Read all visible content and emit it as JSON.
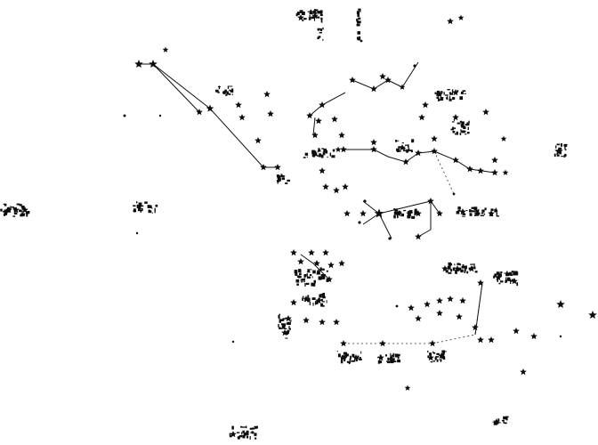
{
  "title": "",
  "colors": {
    "ink": "#0d0d0d",
    "paper": "#ffffff"
  },
  "constellations": [
    {
      "name": "upper-left-chain"
    },
    {
      "name": "central-cluster"
    },
    {
      "name": "mid-right-chain"
    },
    {
      "name": "lower-cluster"
    },
    {
      "name": "lower-right-chain"
    }
  ]
}
